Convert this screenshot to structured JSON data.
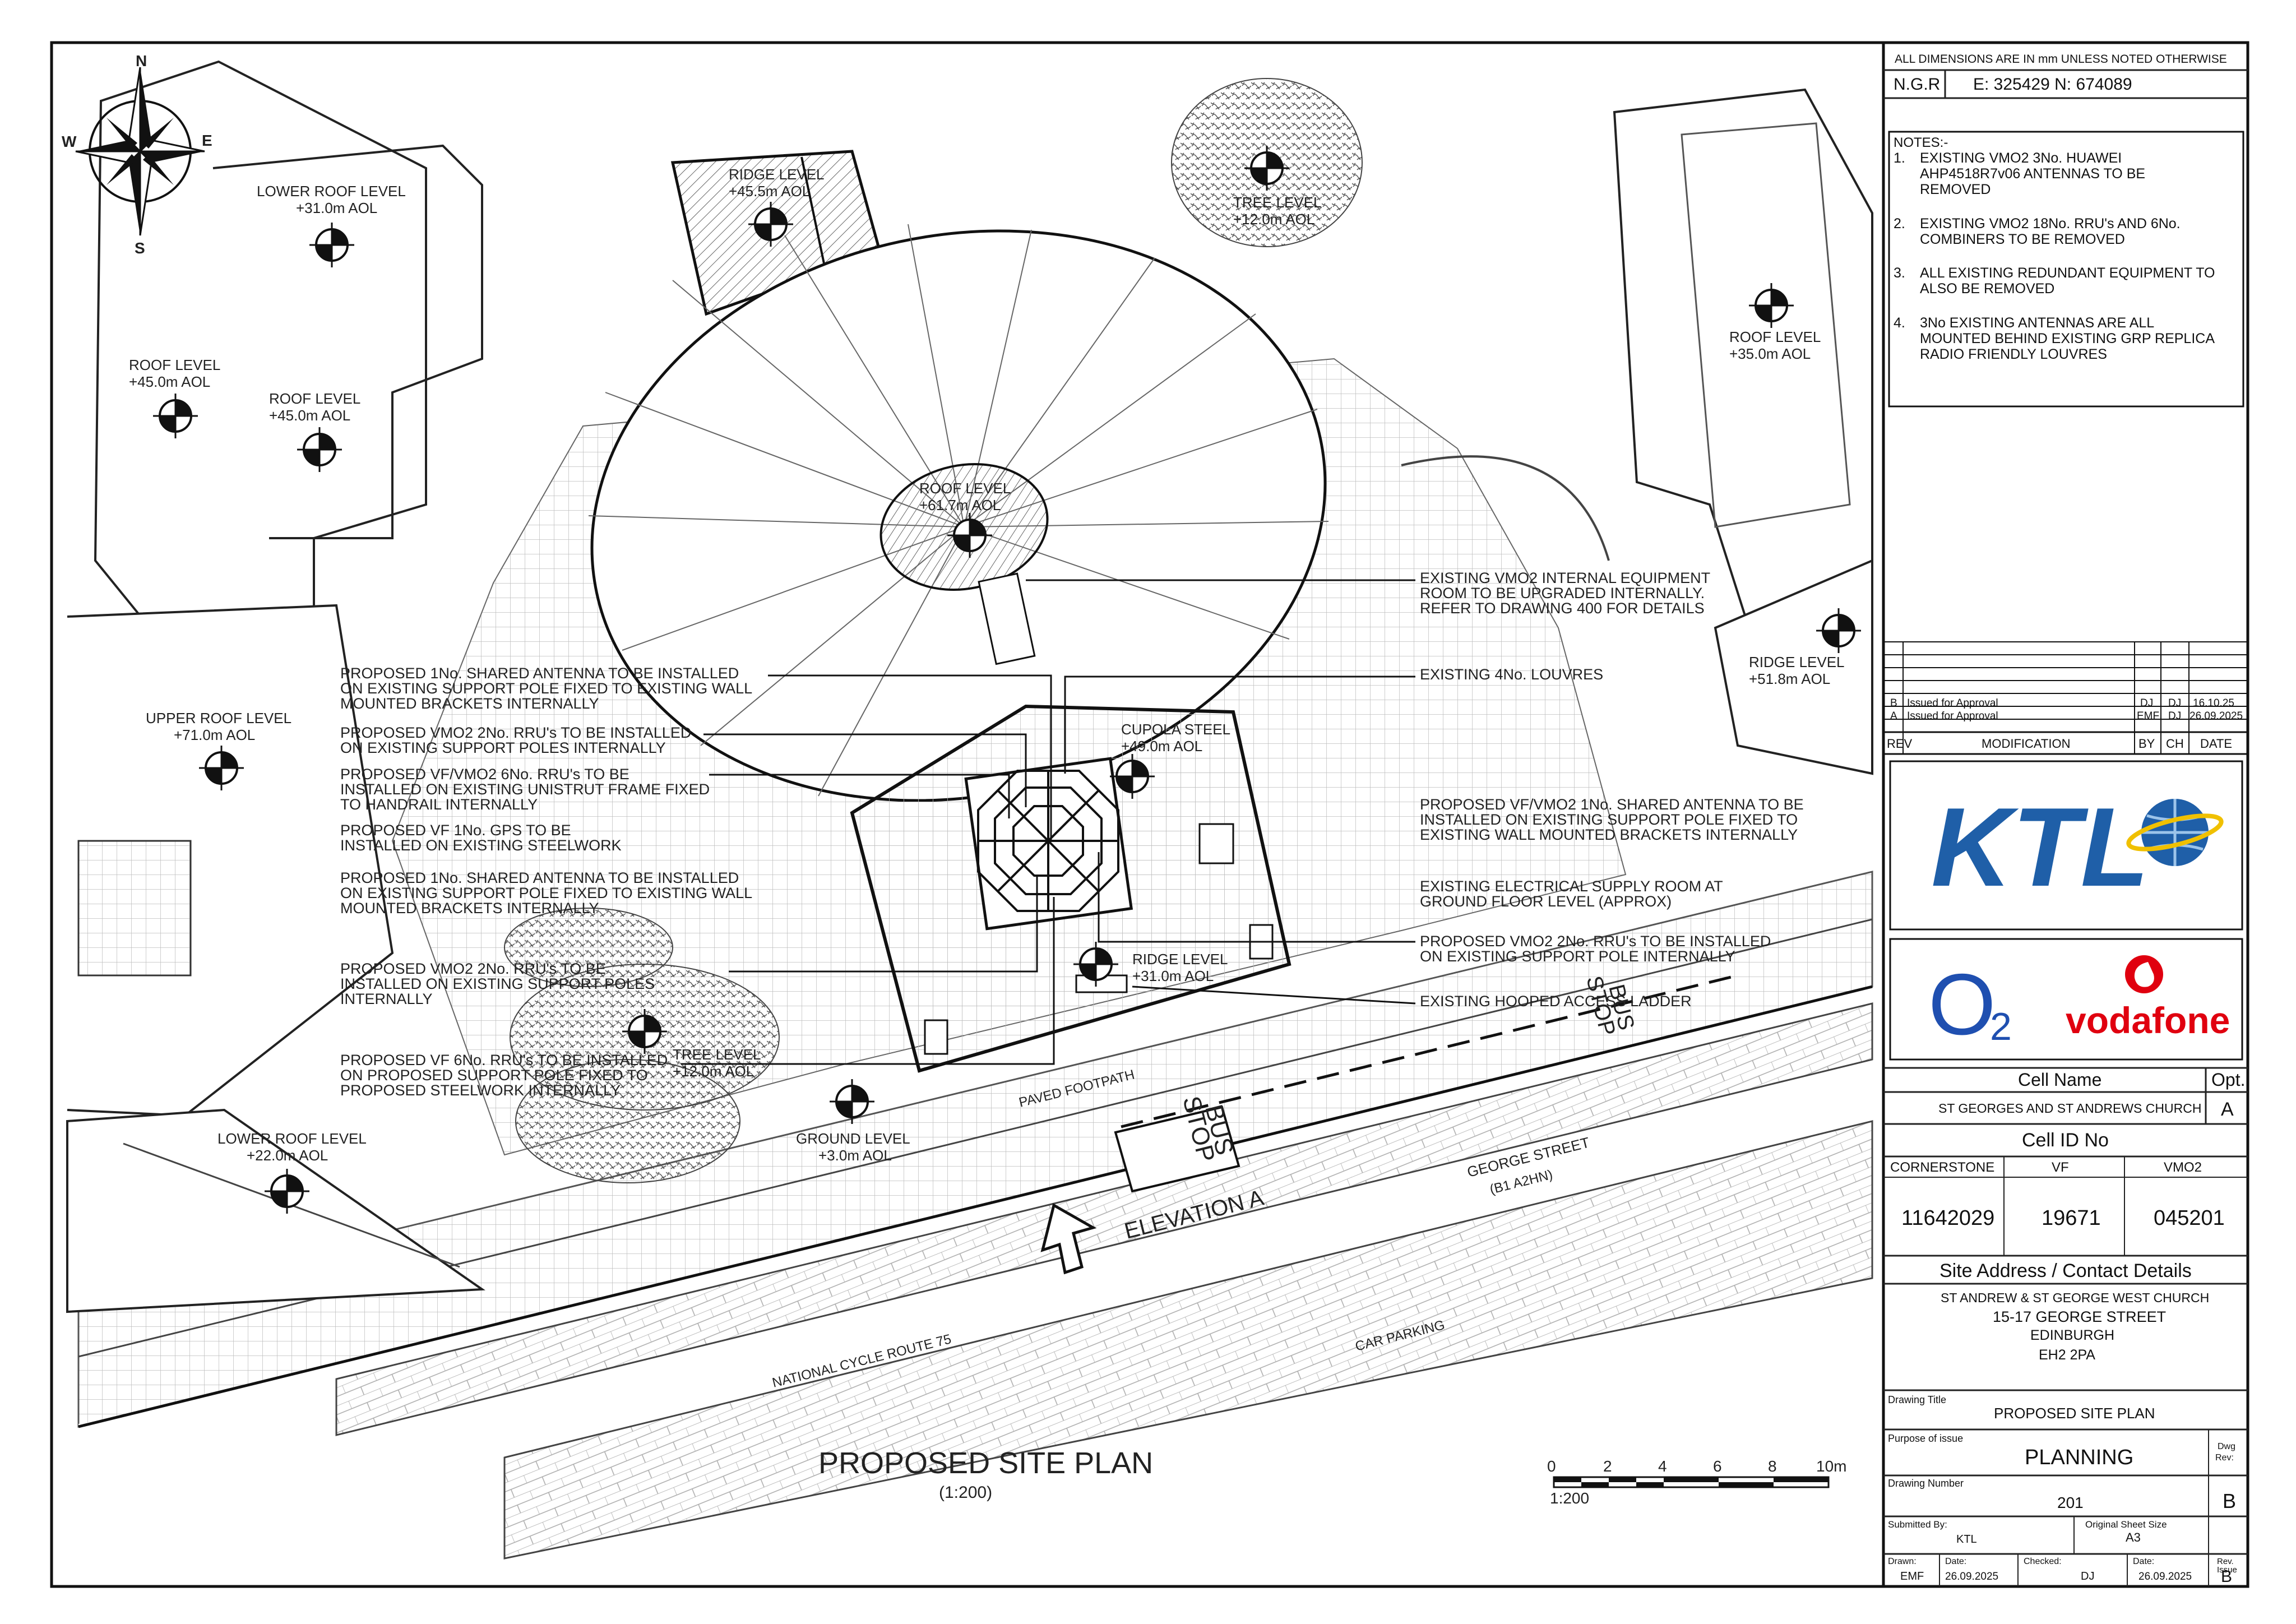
{
  "compass": {
    "n": "N",
    "e": "E",
    "s": "S",
    "w": "W"
  },
  "levels": {
    "lower_roof": [
      "LOWER ROOF LEVEL",
      "+31.0m AOL"
    ],
    "ridge_top": [
      "RIDGE LEVEL",
      "+45.5m AOL"
    ],
    "tree_top": [
      "TREE LEVEL",
      "+12.0m AOL"
    ],
    "roof_right": [
      "ROOF LEVEL",
      "+35.0m AOL"
    ],
    "roof_left1": [
      "ROOF LEVEL",
      "+45.0m AOL"
    ],
    "roof_left2": [
      "ROOF LEVEL",
      "+45.0m AOL"
    ],
    "dome": [
      "ROOF LEVEL",
      "+61.7m AOL"
    ],
    "upper_roof": [
      "UPPER ROOF LEVEL",
      "+71.0m AOL"
    ],
    "ridge_right": [
      "RIDGE LEVEL",
      "+51.8m AOL"
    ],
    "cupola": [
      "CUPOLA STEEL",
      "+49.0m AOL"
    ],
    "ridge_mid": [
      "RIDGE LEVEL",
      "+31.0m AOL"
    ],
    "lower_roof2": [
      "LOWER ROOF LEVEL",
      "+22.0m AOL"
    ],
    "ground": [
      "GROUND LEVEL",
      "+3.0m AOL"
    ],
    "tree_mid": [
      "TREE LEVEL",
      "+12.0m AOL"
    ]
  },
  "callouts_left": [
    [
      "PROPOSED 1No. SHARED ANTENNA TO BE INSTALLED",
      "ON EXISTING SUPPORT POLE FIXED TO EXISTING WALL",
      "MOUNTED BRACKETS INTERNALLY"
    ],
    [
      "PROPOSED VMO2 2No. RRU's TO BE INSTALLED",
      "ON EXISTING SUPPORT POLES INTERNALLY"
    ],
    [
      "PROPOSED VF/VMO2 6No. RRU's TO BE",
      "INSTALLED ON EXISTING UNISTRUT FRAME FIXED",
      "TO HANDRAIL INTERNALLY"
    ],
    [
      "PROPOSED VF 1No. GPS TO BE",
      "INSTALLED ON EXISTING STEELWORK"
    ],
    [
      "PROPOSED 1No. SHARED ANTENNA TO BE INSTALLED",
      "ON EXISTING SUPPORT POLE FIXED TO EXISTING WALL",
      "MOUNTED BRACKETS INTERNALLY"
    ],
    [
      "PROPOSED VMO2 2No. RRU's TO BE",
      "INSTALLED ON EXISTING SUPPORT POLES",
      "INTERNALLY"
    ],
    [
      "PROPOSED VF 6No. RRU's TO BE INSTALLED",
      "ON PROPOSED SUPPORT POLE FIXED TO",
      "PROPOSED STEELWORK INTERNALLY"
    ]
  ],
  "callouts_right": [
    [
      "EXISTING VMO2 INTERNAL EQUIPMENT",
      "ROOM TO BE UPGRADED INTERNALLY.",
      "REFER TO DRAWING 400 FOR DETAILS"
    ],
    [
      "EXISTING 4No. LOUVRES"
    ],
    [
      "PROPOSED VF/VMO2 1No. SHARED ANTENNA TO BE",
      "INSTALLED ON EXISTING SUPPORT POLE FIXED TO",
      "EXISTING WALL MOUNTED BRACKETS INTERNALLY"
    ],
    [
      "EXISTING ELECTRICAL SUPPLY ROOM AT",
      "GROUND FLOOR LEVEL (APPROX)"
    ],
    [
      "PROPOSED VMO2 2No. RRU's TO BE INSTALLED",
      "ON EXISTING SUPPORT POLE INTERNALLY"
    ],
    [
      "EXISTING HOOPED ACCESS LADDER"
    ]
  ],
  "street": {
    "bus_stop1": [
      "BUS",
      "STOP"
    ],
    "bus_stop2": [
      "BUS",
      "STOP"
    ],
    "elevation": "ELEVATION A",
    "paved": "PAVED FOOTPATH",
    "george_street": [
      "GEORGE STREET",
      "(B1 A2HN)"
    ],
    "cycle": "NATIONAL CYCLE ROUTE 75",
    "car": "CAR PARKING"
  },
  "plan_title": "PROPOSED SITE PLAN",
  "plan_scale": "(1:200)",
  "scalebar": {
    "ticks": [
      "0",
      "2",
      "4",
      "6",
      "8",
      "10m"
    ],
    "ratio": "1:200"
  },
  "title_block": {
    "dims_note": "ALL DIMENSIONS ARE IN mm UNLESS NOTED OTHERWISE",
    "ngr_label": "N.G.R",
    "ngr_value": "E: 325429   N: 674089",
    "notes_heading": "NOTES:-",
    "notes": [
      {
        "num": "1.",
        "lines": [
          "EXISTING VMO2 3No. HUAWEI",
          "AHP4518R7v06 ANTENNAS TO BE",
          "REMOVED"
        ]
      },
      {
        "num": "2.",
        "lines": [
          "EXISTING VMO2 18No. RRU's AND 6No.",
          "COMBINERS TO BE REMOVED"
        ]
      },
      {
        "num": "3.",
        "lines": [
          "ALL EXISTING REDUNDANT EQUIPMENT TO",
          "ALSO BE REMOVED"
        ]
      },
      {
        "num": "4.",
        "lines": [
          "3No EXISTING ANTENNAS ARE ALL",
          "MOUNTED BEHIND EXISTING GRP REPLICA",
          "RADIO FRIENDLY LOUVRES"
        ]
      }
    ],
    "revisions": [
      {
        "rev": "B",
        "mod": "Issued for Approval",
        "by": "DJ",
        "ch": "DJ",
        "date": "16.10.25"
      },
      {
        "rev": "A",
        "mod": "Issued for Approval",
        "by": "EMF",
        "ch": "DJ",
        "date": "26.09.2025"
      }
    ],
    "rev_headers": {
      "rev": "REV",
      "mod": "MODIFICATION",
      "by": "BY",
      "ch": "CH",
      "date": "DATE"
    },
    "logo_ktl": "KTL",
    "logo_o2": "O",
    "logo_o2_sub": "2",
    "logo_vodafone": "vodafone",
    "cell_name_label": "Cell Name",
    "opt_label": "Opt.",
    "cell_name": "ST GEORGES AND ST ANDREWS CHURCH",
    "opt_value": "A",
    "cell_id_label": "Cell ID No",
    "cell_id_headers": [
      "CORNERSTONE",
      "VF",
      "VMO2"
    ],
    "cell_id_values": [
      "11642029",
      "19671",
      "045201"
    ],
    "site_address_label": "Site Address / Contact Details",
    "address": [
      "ST ANDREW & ST GEORGE WEST CHURCH",
      "15-17 GEORGE STREET",
      "EDINBURGH",
      "EH2 2PA"
    ],
    "drawing_title_label": "Drawing Title",
    "drawing_title": "PROPOSED SITE PLAN",
    "purpose_label": "Purpose of issue",
    "purpose": "PLANNING",
    "dwg_rev_label": [
      "Dwg",
      "Rev:"
    ],
    "drawing_number_label": "Drawing Number",
    "drawing_number": "201",
    "drawing_rev": "B",
    "submitted_label": "Submitted By:",
    "submitted_by": "KTL",
    "sheet_size_label": "Original Sheet Size",
    "sheet_size": "A3",
    "drawn_label": "Drawn:",
    "drawn": "EMF",
    "date1_label": "Date:",
    "date1": "26.09.2025",
    "checked_label": "Checked:",
    "checked": "DJ",
    "date2_label": "Date:",
    "date2": "26.09.2025",
    "issue_label": [
      "Rev.",
      "Issue"
    ],
    "issue": "B"
  },
  "colors": {
    "ktl_blue": "#1f5fa8",
    "o2_blue": "#1f4fb0",
    "vodafone_red": "#e0000f"
  }
}
